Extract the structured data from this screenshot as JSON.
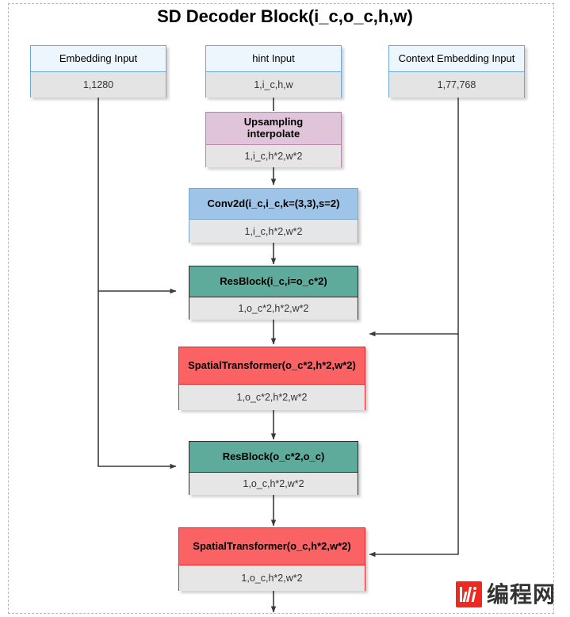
{
  "diagram": {
    "title": "SD Decoder Block(i_c,o_c,h,w)",
    "frame_style": "dashed",
    "colors": {
      "input_header": "#edf7ff",
      "input_border": "#6aa8dc",
      "pink_header": "#e0c4d9",
      "pink_border": "#b783a9",
      "blue_header": "#9ec5e8",
      "blue_border": "#79a7d4",
      "teal_header": "#5eab9c",
      "teal_border": "#2b2b2b",
      "red_header": "#fb6264",
      "red_border": "#ed2024",
      "shape_body": "#e6e6e6",
      "edge": "#3a3a3a"
    },
    "nodes": [
      {
        "id": "embedding_input",
        "label": "Embedding Input",
        "shape": "1,1280"
      },
      {
        "id": "hint_input",
        "label": "hint Input",
        "shape": "1,i_c,h,w"
      },
      {
        "id": "context_embedding_input",
        "label": "Context Embedding Input",
        "shape": "1,77,768"
      },
      {
        "id": "upsampling",
        "label": "Upsampling\ninterpolate",
        "shape": "1,i_c,h*2,w*2"
      },
      {
        "id": "conv2d",
        "label": "Conv2d(i_c,i_c,k=(3,3),s=2)",
        "shape": "1,i_c,h*2,w*2"
      },
      {
        "id": "resblock_1",
        "label": "ResBlock(i_c,i=o_c*2)",
        "shape": "1,o_c*2,h*2,w*2"
      },
      {
        "id": "spatial_transformer_1",
        "label": "SpatialTransformer(o_c*2,h*2,w*2)",
        "shape": "1,o_c*2,h*2,w*2"
      },
      {
        "id": "resblock_2",
        "label": "ResBlock(o_c*2,o_c)",
        "shape": "1,o_c,h*2,w*2"
      },
      {
        "id": "spatial_transformer_2",
        "label": "SpatialTransformer(o_c,h*2,w*2)",
        "shape": "1,o_c,h*2,w*2"
      }
    ],
    "edges": [
      {
        "from": "hint_input",
        "to": "upsampling"
      },
      {
        "from": "upsampling",
        "to": "conv2d"
      },
      {
        "from": "conv2d",
        "to": "resblock_1"
      },
      {
        "from": "embedding_input",
        "to": "resblock_1"
      },
      {
        "from": "resblock_1",
        "to": "spatial_transformer_1"
      },
      {
        "from": "context_embedding_input",
        "to": "spatial_transformer_1"
      },
      {
        "from": "spatial_transformer_1",
        "to": "resblock_2"
      },
      {
        "from": "embedding_input",
        "to": "resblock_2"
      },
      {
        "from": "resblock_2",
        "to": "spatial_transformer_2"
      },
      {
        "from": "context_embedding_input",
        "to": "spatial_transformer_2"
      },
      {
        "from": "spatial_transformer_2",
        "to": "output"
      }
    ]
  },
  "watermark": {
    "text": "编程网",
    "logo_color": "#ef2920"
  }
}
